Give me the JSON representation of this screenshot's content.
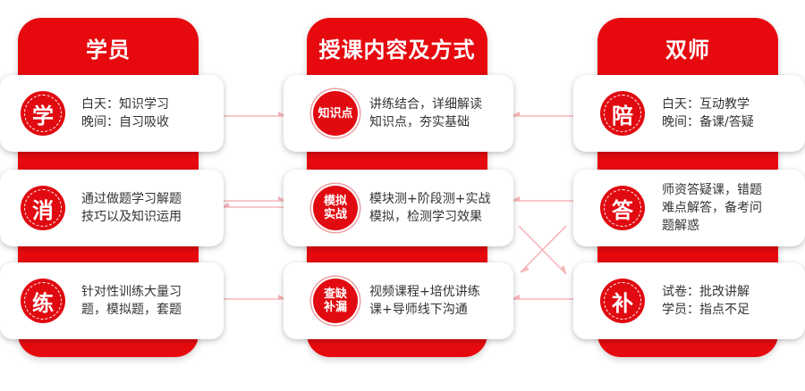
{
  "colors": {
    "accent": "#e60a0f",
    "arrow": "#f6b5b8",
    "text": "#333333"
  },
  "columns": [
    {
      "title": "学员",
      "cards": [
        {
          "badge": "学",
          "lines": [
            "白天：知识学习",
            "晚间：自习吸收"
          ]
        },
        {
          "badge": "消",
          "lines": [
            "通过做题学习解题",
            "技巧以及知识运用"
          ]
        },
        {
          "badge": "练",
          "lines": [
            "针对性训练大量习",
            "题，模拟题，套题"
          ]
        }
      ]
    },
    {
      "title": "授课内容及方式",
      "cards": [
        {
          "badge": "知识点",
          "lines": [
            "讲练结合，详细解读",
            "知识点，夯实基础"
          ]
        },
        {
          "badge_lines": [
            "模拟",
            "实战"
          ],
          "lines": [
            "模块测+阶段测+实战",
            "模拟，检测学习效果"
          ]
        },
        {
          "badge_lines": [
            "查缺",
            "补漏"
          ],
          "lines": [
            "视频课程+培优讲练",
            "课+导师线下沟通"
          ]
        }
      ]
    },
    {
      "title": "双师",
      "cards": [
        {
          "badge": "陪",
          "lines": [
            "白天：互动教学",
            "晚间：备课/答疑"
          ]
        },
        {
          "badge": "答",
          "lines": [
            "师资答疑课，错题",
            "难点解答，备考问",
            "题解惑"
          ]
        },
        {
          "badge": "补",
          "lines": [
            "试卷：批改讲解",
            "学员：指点不足"
          ]
        }
      ]
    }
  ]
}
